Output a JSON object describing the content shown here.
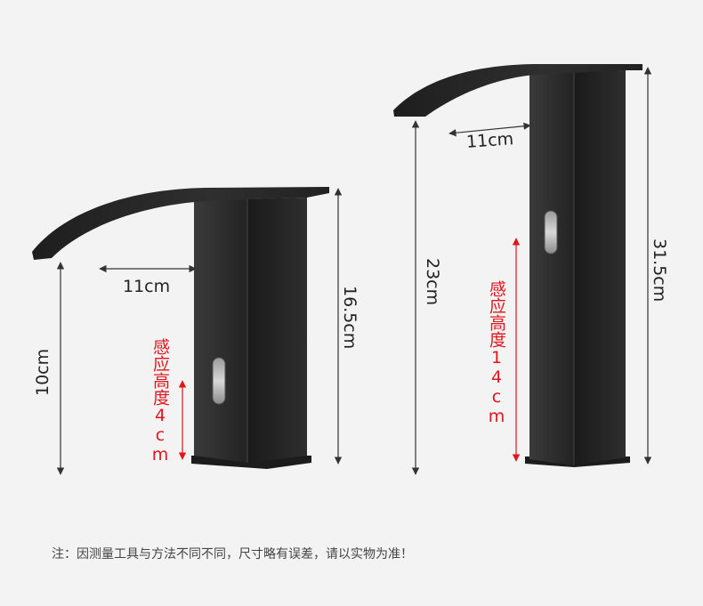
{
  "small_faucet": {
    "spout_length": "11cm",
    "clearance_height": "10cm",
    "total_height": "16.5cm",
    "sensor_height_label": "感应高度4cm"
  },
  "tall_faucet": {
    "spout_length": "11cm",
    "clearance_height": "23cm",
    "total_height": "31.5cm",
    "sensor_height_label": "感应高度14cm"
  },
  "note": "注：因测量工具与方法不同不同，尺寸略有误差，请以实物为准！",
  "colors": {
    "background": "#f3f3f3",
    "faucet_body": "#2b2b2b",
    "dimension_line": "#333333",
    "sensor_label": "#e0161c"
  }
}
